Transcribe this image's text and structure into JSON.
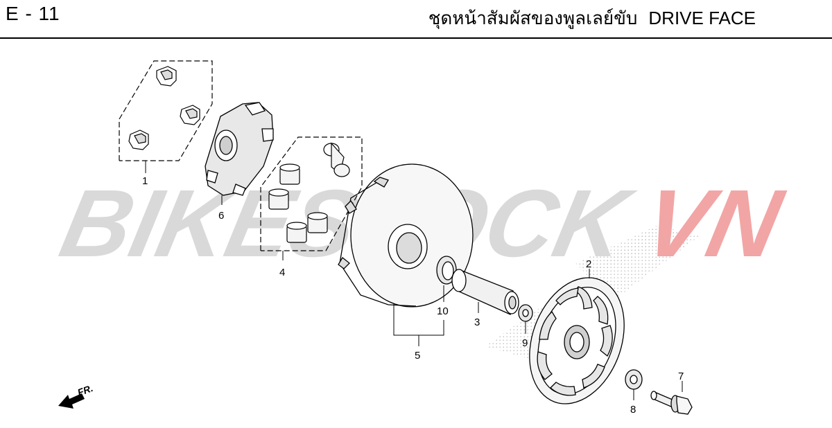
{
  "header": {
    "page_code": "E - 11",
    "title_th": "ชุดหน้าสัมผัสของพูลเลย์ขับ",
    "title_en": "DRIVE FACE"
  },
  "watermark": {
    "text_main": "BIKESTOCK",
    "text_accent": "VN",
    "color_main": "#d9d9d9",
    "color_accent": "#f2a5a5"
  },
  "direction_indicator": {
    "label": "FR."
  },
  "callouts": {
    "c1": "1",
    "c2": "2",
    "c3": "3",
    "c4": "4",
    "c5": "5",
    "c6": "6",
    "c7": "7",
    "c8": "8",
    "c9": "9",
    "c10": "10"
  },
  "parts": [
    {
      "ref": "1",
      "icon": "slider-piece-icon"
    },
    {
      "ref": "2",
      "icon": "fan-drive-face-icon"
    },
    {
      "ref": "3",
      "icon": "collar-sleeve-icon"
    },
    {
      "ref": "4",
      "icon": "weight-roller-icon"
    },
    {
      "ref": "5",
      "icon": "movable-drive-face-icon"
    },
    {
      "ref": "6",
      "icon": "ramp-plate-icon"
    },
    {
      "ref": "7",
      "icon": "flange-bolt-icon"
    },
    {
      "ref": "8",
      "icon": "washer-icon"
    },
    {
      "ref": "9",
      "icon": "washer-icon"
    },
    {
      "ref": "10",
      "icon": "oil-seal-icon"
    }
  ]
}
